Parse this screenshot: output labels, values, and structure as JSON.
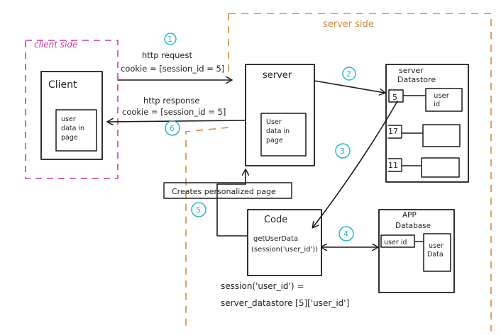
{
  "regions": {
    "client_side": "client side",
    "server_side": "server side"
  },
  "nodes": {
    "client": {
      "title": "Client",
      "inner_line1": "user",
      "inner_line2": "data in",
      "inner_line3": "page"
    },
    "server": {
      "title": "server",
      "inner_line1": "User",
      "inner_line2": "data in",
      "inner_line3": "page"
    },
    "datastore": {
      "title_line1": "server",
      "title_line2": "Datastore",
      "keys": [
        "5",
        "17",
        "11"
      ],
      "value_line1": "user",
      "value_line2": "id"
    },
    "code": {
      "title": "Code",
      "line1": "getUserData",
      "line2": "(session('user_id'))"
    },
    "app_db": {
      "title_line1": "APP",
      "title_line2": "Database",
      "field1": "user id",
      "field2_line1": "user",
      "field2_line2": "Data"
    }
  },
  "edges": {
    "request_line1": "http request",
    "request_line2": "cookie = [session_id = 5]",
    "response_line1": "http response",
    "response_line2": "cookie = [session_id = 5]",
    "personalized": "Creates personalized page"
  },
  "steps": [
    "1",
    "2",
    "3",
    "4",
    "5",
    "6"
  ],
  "footer": {
    "line1": "session('user_id') =",
    "line2": "server_datastore [5]['user_id']"
  },
  "colors": {
    "client_border": "#cc3aa8",
    "client_text": "#c23ba0",
    "server_border": "#d98a3a",
    "server_text": "#d08a40",
    "step_color": "#29b8c8",
    "ink": "#1a1a1a"
  }
}
